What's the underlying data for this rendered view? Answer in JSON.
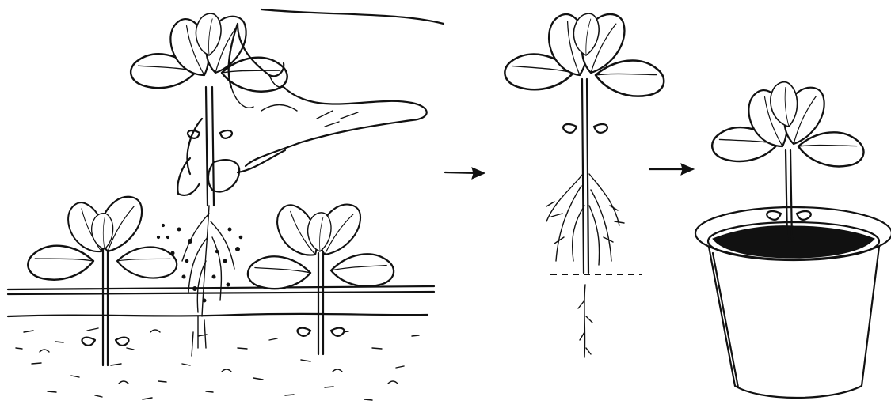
{
  "illustration": {
    "panels": [
      {
        "id": "lifting",
        "icon": "hand-lifting-seedling-icon"
      },
      {
        "id": "trimming",
        "icon": "root-trim-icon"
      },
      {
        "id": "potted",
        "icon": "potted-seedling-icon"
      }
    ],
    "step_arrows": 2,
    "colors": {
      "ink": "#111111",
      "background": "#ffffff",
      "soil": "#111111"
    }
  }
}
